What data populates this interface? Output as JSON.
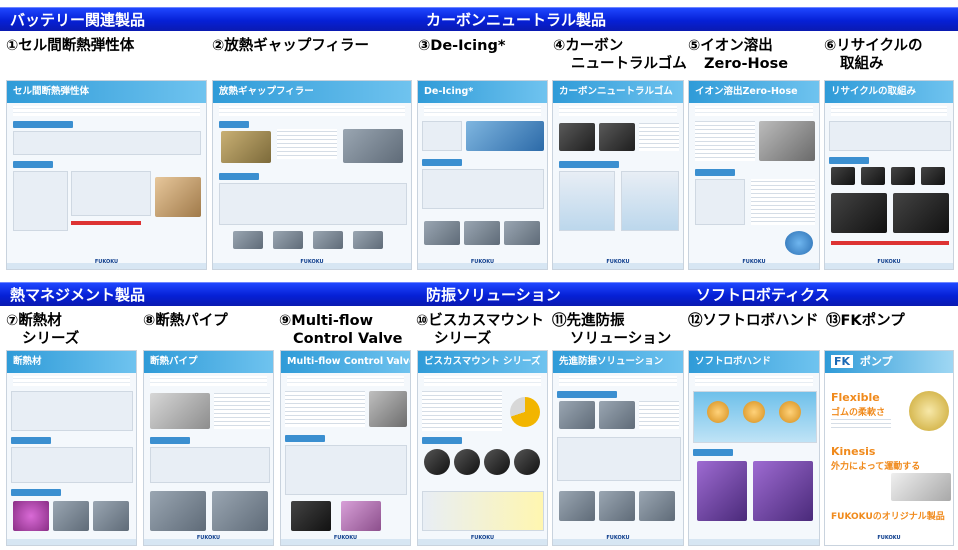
{
  "categories": {
    "battery": "バッテリー関連製品",
    "carbon": "カーボンニュートラル製品",
    "thermal": "熱マネジメント製品",
    "vibration": "防振ソリューション",
    "softrobotics": "ソフトロボティクス"
  },
  "products": {
    "p1": {
      "title": "①セル間断熱弾性体",
      "thumb": "セル間断熱弾性体"
    },
    "p2": {
      "title": "②放熱ギャップフィラー",
      "thumb": "放熱ギャップフィラー"
    },
    "p3": {
      "title": "③De-Icing*",
      "thumb": "De-Icing*"
    },
    "p4": {
      "title_l1": "④カーボン",
      "title_l2": "ニュートラルゴム",
      "thumb": "カーボンニュートラルゴム"
    },
    "p5": {
      "title_l1": "⑤イオン溶出",
      "title_l2": "Zero-Hose",
      "thumb": "イオン溶出Zero-Hose"
    },
    "p6": {
      "title_l1": "⑥リサイクルの",
      "title_l2": "取組み",
      "thumb": "リサイクルの取組み"
    },
    "p7": {
      "title_l1": "⑦断熱材",
      "title_l2": "シリーズ",
      "thumb": "断熱材"
    },
    "p8": {
      "title": "⑧断熱パイプ",
      "thumb": "断熱パイプ"
    },
    "p9": {
      "title_l1": "⑨Multi-flow",
      "title_l2": "Control Valve",
      "thumb": "Multi-flow Control Valve"
    },
    "p10": {
      "title_l1": "⑩ビスカスマウント",
      "title_l2": "シリーズ",
      "thumb": "ビスカスマウント シリーズ"
    },
    "p11": {
      "title_l1": "⑪先進防振",
      "title_l2": "ソリューション",
      "thumb": "先進防振ソリューション"
    },
    "p12": {
      "title": "⑫ソフトロボハンド",
      "thumb": "ソフトロボハンド"
    },
    "p13": {
      "title": "⑬FKポンプ",
      "thumb_fk": "FK",
      "thumb": "ポンプ",
      "flexible": "Flexible",
      "flexible_sub": "ゴムの柔軟さ",
      "kinesis": "Kinesis",
      "kinesis_sub": "外力によって運動する",
      "original": "FUKOKUのオリジナル製品"
    }
  },
  "logo": "FUKOKU",
  "colors": {
    "band": "#0620d6",
    "thumb_header": "#2f9bd8",
    "fk_orange": "#f08a1c"
  }
}
